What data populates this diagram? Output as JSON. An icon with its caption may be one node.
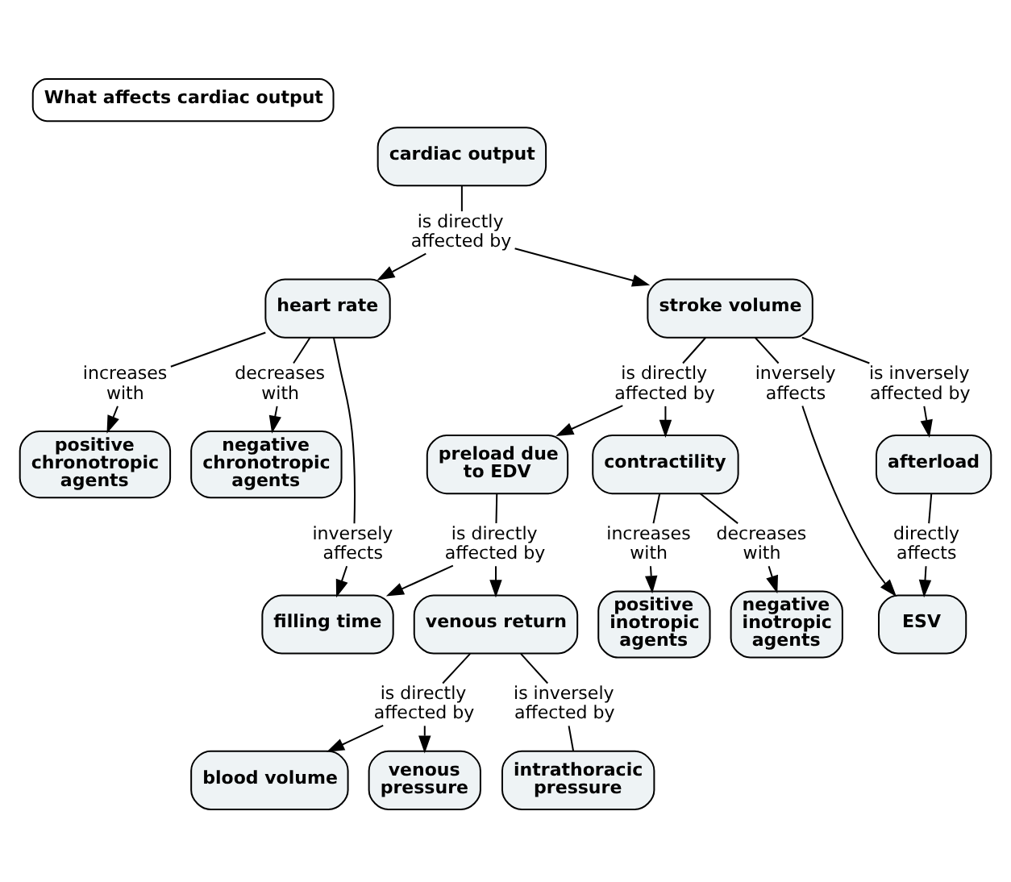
{
  "diagram": {
    "title": "What affects cardiac output",
    "nodes": [
      {
        "text": [
          "cardiac output"
        ]
      },
      {
        "text": [
          "is directly affected by"
        ]
      },
      {
        "text": [
          "ESV"
        ]
      },
      {
        "text": [
          "heart rate"
        ]
      },
      {
        "text": [
          "stroke volume"
        ]
      },
      {
        "text": [
          "inversely affects"
        ]
      },
      {
        "text": [
          "directly affects"
        ]
      },
      {
        "text": [
          "is inversely affected by"
        ]
      },
      {
        "text": [
          "afterload"
        ]
      },
      {
        "text": [
          "increases with"
        ]
      },
      {
        "text": [
          "decreases with"
        ]
      },
      {
        "text": [
          "inversely affects"
        ]
      },
      {
        "text": [
          "is directly affected by"
        ]
      },
      {
        "text": [
          "positive chronotropic agents"
        ]
      },
      {
        "text": [
          "negative chronotropic agents"
        ]
      },
      {
        "text": [
          "filling time"
        ]
      },
      {
        "text": [
          "preload due to EDV"
        ]
      },
      {
        "text": [
          "contractility"
        ]
      },
      {
        "text": [
          "increases with"
        ]
      },
      {
        "text": [
          "decreases with"
        ]
      },
      {
        "text": [
          "is directly affected by"
        ]
      },
      {
        "text": [
          "negative inotropic agents"
        ]
      },
      {
        "text": [
          "positive inotropic agents"
        ]
      },
      {
        "text": [
          "venous return"
        ]
      },
      {
        "text": [
          "is directly affected by"
        ]
      },
      {
        "text": [
          "is inversely affected by"
        ]
      },
      {
        "text": [
          "blood volume"
        ]
      },
      {
        "text": [
          "venous pressure"
        ]
      },
      {
        "text": [
          "intrathoracic pressure"
        ]
      }
    ],
    "edges": [
      {
        "from": 0,
        "to": 1,
        "arrow": "none"
      },
      {
        "from": 1,
        "to": 3,
        "arrow": "to"
      },
      {
        "from": 1,
        "to": 4,
        "arrow": "to"
      },
      {
        "from": 4,
        "to": 5,
        "arrow": "none"
      },
      {
        "from": 5,
        "to": 2,
        "arrow": "to"
      },
      {
        "from": 8,
        "to": 6,
        "arrow": "none"
      },
      {
        "from": 6,
        "to": 2,
        "arrow": "to"
      },
      {
        "from": 4,
        "to": 7,
        "arrow": "none"
      },
      {
        "from": 7,
        "to": 8,
        "arrow": "to"
      },
      {
        "from": 3,
        "to": 9,
        "arrow": "none"
      },
      {
        "from": 9,
        "to": 13,
        "arrow": "to"
      },
      {
        "from": 3,
        "to": 10,
        "arrow": "none"
      },
      {
        "from": 10,
        "to": 14,
        "arrow": "to"
      },
      {
        "from": 3,
        "to": 11,
        "arrow": "none"
      },
      {
        "from": 11,
        "to": 15,
        "arrow": "to"
      },
      {
        "from": 4,
        "to": 12,
        "arrow": "none"
      },
      {
        "from": 12,
        "to": 16,
        "arrow": "to"
      },
      {
        "from": 12,
        "to": 17,
        "arrow": "to"
      },
      {
        "from": 17,
        "to": 18,
        "arrow": "none"
      },
      {
        "from": 18,
        "to": 22,
        "arrow": "to"
      },
      {
        "from": 17,
        "to": 19,
        "arrow": "none"
      },
      {
        "from": 19,
        "to": 21,
        "arrow": "to"
      },
      {
        "from": 16,
        "to": 20,
        "arrow": "none"
      },
      {
        "from": 20,
        "to": 15,
        "arrow": "to"
      },
      {
        "from": 20,
        "to": 23,
        "arrow": "to"
      },
      {
        "from": 23,
        "to": 24,
        "arrow": "none"
      },
      {
        "from": 24,
        "to": 26,
        "arrow": "to"
      },
      {
        "from": 24,
        "to": 27,
        "arrow": "to"
      },
      {
        "from": 23,
        "to": 25,
        "arrow": "none"
      },
      {
        "from": 25,
        "to": 28,
        "arrow": "none"
      }
    ]
  }
}
